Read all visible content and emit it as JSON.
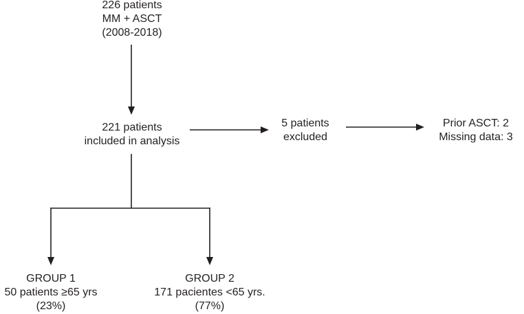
{
  "nodes": {
    "start": {
      "lines": [
        "226 patients",
        "MM + ASCT",
        "(2008-2018)"
      ]
    },
    "included": {
      "lines": [
        "221 patients",
        "included in analysis"
      ]
    },
    "excluded": {
      "lines": [
        "5 patients",
        "excluded"
      ]
    },
    "reasons": {
      "lines": [
        "Prior ASCT: 2",
        "Missing data: 3"
      ]
    },
    "group1": {
      "lines": [
        "GROUP 1",
        "50 patients ≥65 yrs",
        "(23%)"
      ]
    },
    "group2": {
      "lines": [
        "GROUP 2",
        "171 pacientes <65 yrs.",
        "(77%)"
      ]
    }
  },
  "colors": {
    "text": "#231f20",
    "line": "#231f20"
  }
}
